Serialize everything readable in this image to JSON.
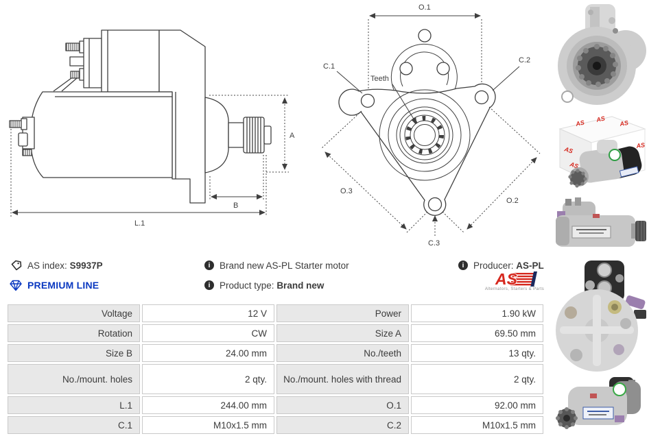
{
  "header": {
    "as_index": {
      "label": "AS index:",
      "value": "S9937P"
    },
    "premium_line": "PREMIUM LINE",
    "brand_new": "Brand new AS-PL Starter motor",
    "product_type": {
      "label": "Product type:",
      "value": "Brand new"
    },
    "producer": {
      "label": "Producer:",
      "value": "AS-PL"
    },
    "logo": {
      "text": "AS",
      "subtext": "Alternators, Starters & Parts"
    }
  },
  "colors": {
    "accent_blue": "#0a38c0",
    "brand_red": "#d6281e",
    "table_label_bg": "#e8e8e8",
    "table_border": "#c9c9c9",
    "drawing_line": "#3f3f3f"
  },
  "drawings": {
    "side": {
      "labels": {
        "a": "A",
        "b": "B",
        "l1": "L.1"
      }
    },
    "front": {
      "labels": {
        "o1": "O.1",
        "o2": "O.2",
        "o3": "O.3",
        "c1": "C.1",
        "c2": "C.2",
        "c3": "C.3",
        "teeth": "Teeth"
      }
    }
  },
  "spec_table": {
    "rows": [
      {
        "label_left": "Voltage",
        "value_left": "12 V",
        "label_right": "Power",
        "value_right": "1.90 kW"
      },
      {
        "label_left": "Rotation",
        "value_left": "CW",
        "label_right": "Size A",
        "value_right": "69.50 mm"
      },
      {
        "label_left": "Size B",
        "value_left": "24.00 mm",
        "label_right": "No./teeth",
        "value_right": "13 qty."
      },
      {
        "label_left": "No./mount. holes",
        "value_left": "2 qty.",
        "label_right": "No./mount. holes with thread",
        "value_right": "2 qty."
      },
      {
        "label_left": "L.1",
        "value_left": "244.00 mm",
        "label_right": "O.1",
        "value_right": "92.00 mm"
      },
      {
        "label_left": "C.1",
        "value_left": "M10x1.5 mm",
        "label_right": "C.2",
        "value_right": "M10x1.5 mm"
      }
    ]
  },
  "photos": [
    {
      "name": "starter front view"
    },
    {
      "name": "packaging box with starter"
    },
    {
      "name": "starter side view"
    },
    {
      "name": "starter rear view"
    },
    {
      "name": "starter angled view"
    }
  ]
}
